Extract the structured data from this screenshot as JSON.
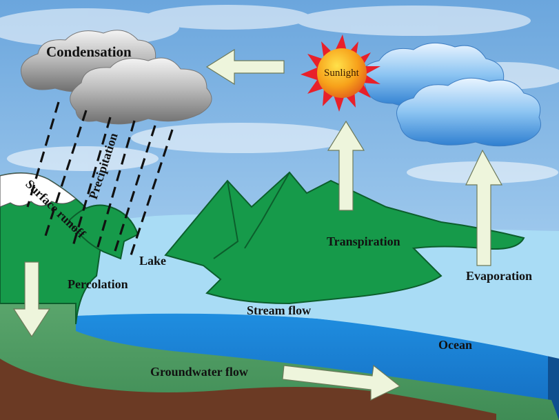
{
  "diagram": {
    "labels": {
      "condensation": "Condensation",
      "sunlight": "Sunlight",
      "precipitation": "Precipitation",
      "surface_runoff": "Surface runoff",
      "lake": "Lake",
      "percolation": "Percolation",
      "transpiration": "Transpiration",
      "evaporation": "Evaporation",
      "stream_flow": "Stream flow",
      "ocean": "Ocean",
      "groundwater_flow": "Groundwater flow"
    },
    "colors": {
      "sky": "#7fb6e6",
      "land": "#169a4a",
      "lake_water": "#a9dcf5",
      "ocean": "#1a7fd2",
      "groundwater": "#4f9b63",
      "bedrock": "#6b3a24",
      "arrow": "#eef5dc",
      "sun": "#f29414"
    }
  }
}
